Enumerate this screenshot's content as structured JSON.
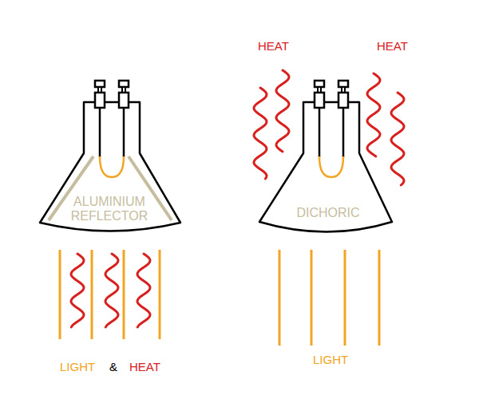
{
  "diagram": {
    "nodes": [
      {
        "text": [
          "ALUMINIUM REFLECTOR"
        ]
      },
      {
        "text": [
          "DICHORIC"
        ]
      }
    ],
    "labels": [
      "HEAT",
      "HEAT",
      "LIGHT",
      "&",
      "HEAT",
      "LIGHT"
    ]
  }
}
